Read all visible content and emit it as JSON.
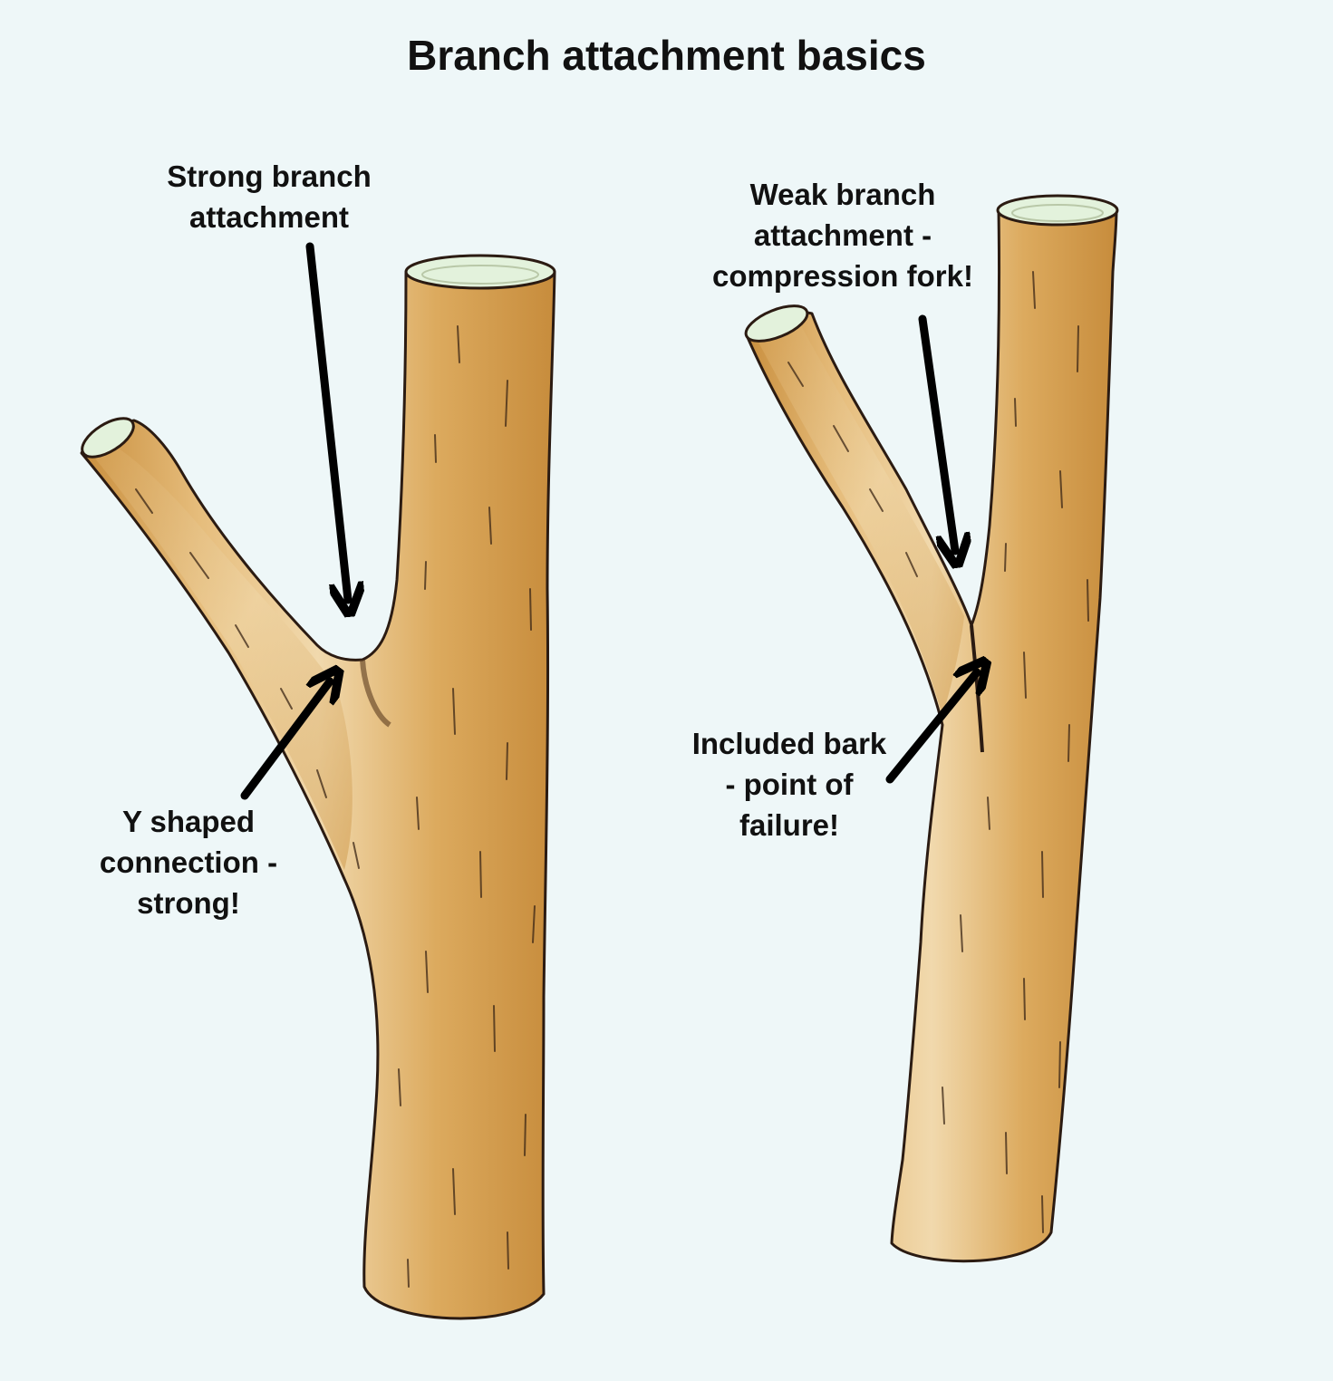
{
  "title": "Branch attachment basics",
  "labels": {
    "strong_top": [
      "Strong branch",
      "attachment"
    ],
    "y_shaped": [
      "Y shaped",
      "connection -",
      "strong!"
    ],
    "weak_top": [
      "Weak branch",
      "attachment -",
      "compression fork!"
    ],
    "included_bark": [
      "Included bark",
      "- point of",
      "failure!"
    ]
  },
  "colors": {
    "background": "#eef7f8",
    "bark": "#d9a85c",
    "bark_light": "#f2dcb4",
    "outline": "#2b1b12",
    "cut_face": "#e3f2dc",
    "arrow": "#000000"
  }
}
